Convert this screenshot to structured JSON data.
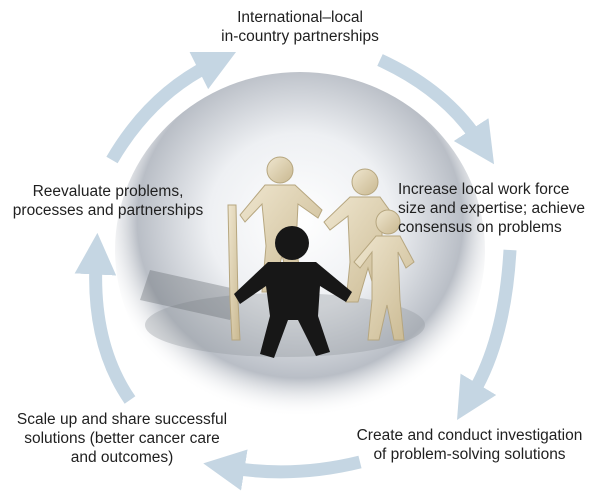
{
  "title": "",
  "cycle_steps": [
    {
      "id": "partnerships",
      "text": "International–local\nin-country partnerships"
    },
    {
      "id": "workforce",
      "text": "Increase local work force\nsize and expertise; achieve\nconsensus on problems"
    },
    {
      "id": "investigation",
      "text": "Create and conduct investigation\nof problem-solving solutions"
    },
    {
      "id": "scale_up",
      "text": "Scale up and share successful\nsolutions (better cancer care\nand outcomes)"
    },
    {
      "id": "reevaluate",
      "text": "Reevaluate problems,\nprocesses and partnerships"
    }
  ],
  "colors": {
    "arrow": "#c5d6e3",
    "text": "#1f1f1f",
    "paper_figure": "#d8c9a8",
    "dark_figure": "#171717",
    "spotlight": "#ffffff"
  },
  "center_image": {
    "description_icon": "paper-people-circle-photo"
  }
}
